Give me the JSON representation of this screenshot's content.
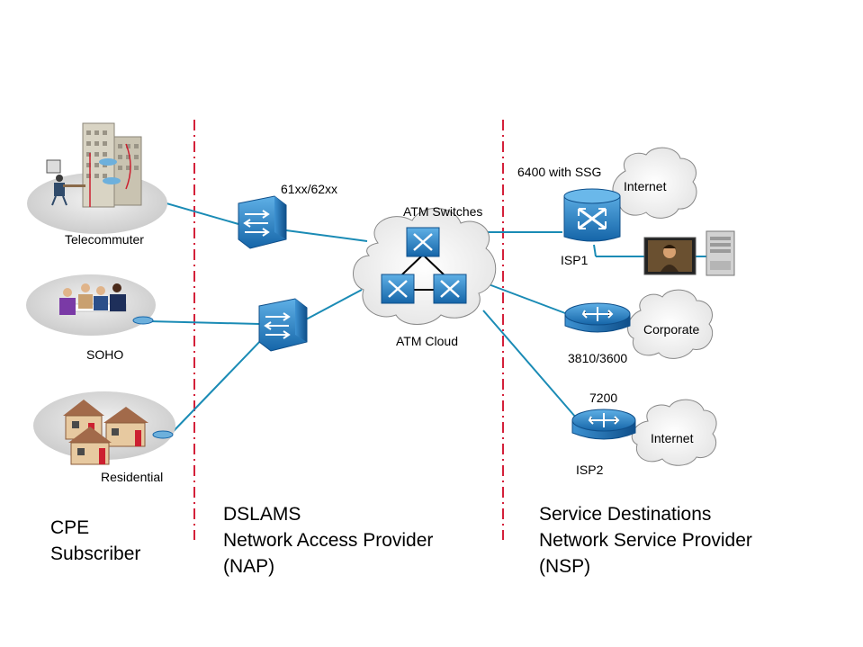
{
  "labels": {
    "telecommuter": "Telecommuter",
    "soho": "SOHO",
    "residential": "Residential",
    "dslam_model": "61xx/62xx",
    "atm_switches": "ATM Switches",
    "atm_cloud": "ATM Cloud",
    "ssg": "6400 with SSG",
    "internet_top": "Internet",
    "isp1": "ISP1",
    "corporate": "Corporate",
    "router_3810": "3810/3600",
    "router_7200": "7200",
    "internet_bottom": "Internet",
    "isp2": "ISP2"
  },
  "sections": {
    "cpe": {
      "line1": "CPE",
      "line2": "Subscriber"
    },
    "nap": {
      "line1": "DSLAMS",
      "line2": "Network Access Provider",
      "line3": "(NAP)"
    },
    "nsp": {
      "line1": "Service Destinations",
      "line2": "Network Service Provider",
      "line3": "(NSP)"
    }
  },
  "colors": {
    "link": "#1a8bb5",
    "divider": "#d4203a",
    "device_blue": "#2a86c4",
    "cloud_fill": "#f4f4f4",
    "oval_fill": "#d8d8d8"
  },
  "icons": [
    "building-icon",
    "people-icon",
    "houses-icon",
    "dslam-icon",
    "atm-switch-icon",
    "router-icon",
    "cloud-icon",
    "monitor-icon",
    "server-icon"
  ]
}
